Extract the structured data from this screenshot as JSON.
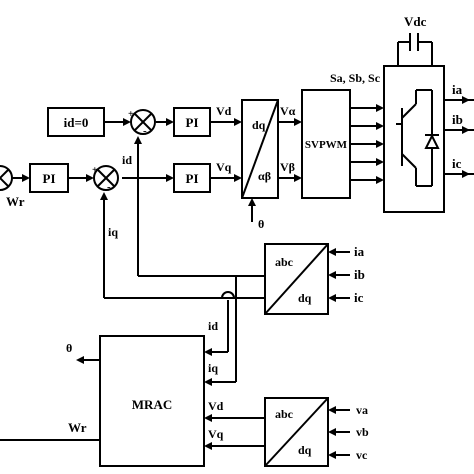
{
  "blocks": {
    "id_ref": "id=0",
    "pi_speed": "PI",
    "pi_d": "PI",
    "pi_q": "PI",
    "svpwm": "SVPWM",
    "mrac": "MRAC",
    "dq_top": "dq",
    "ab_bottom": "αβ",
    "abc_1": "abc",
    "dq_1": "dq",
    "abc_2": "abc",
    "dq_2": "dq"
  },
  "signals": {
    "wr_in": "Wr",
    "id": "id",
    "iq": "iq",
    "vd": "Vd",
    "vq": "Vq",
    "valpha": "Vα",
    "vbeta": "Vβ",
    "theta_pi": "θ",
    "theta_out": "θ",
    "vdc": "Vdc",
    "switches": "Sa, Sb, Sc",
    "ia_out": "ia",
    "ib_out": "ib",
    "ic_out": "ic",
    "ia_in": "ia",
    "ib_in": "ib",
    "ic_in": "ic",
    "mrac_id": "id",
    "mrac_iq": "iq",
    "mrac_vd": "Vd",
    "mrac_vq": "Vq",
    "mrac_wr": "Wr",
    "va": "va",
    "vb": "vb",
    "vc": "vc"
  },
  "signs": {
    "plus": "+",
    "minus": "-"
  }
}
